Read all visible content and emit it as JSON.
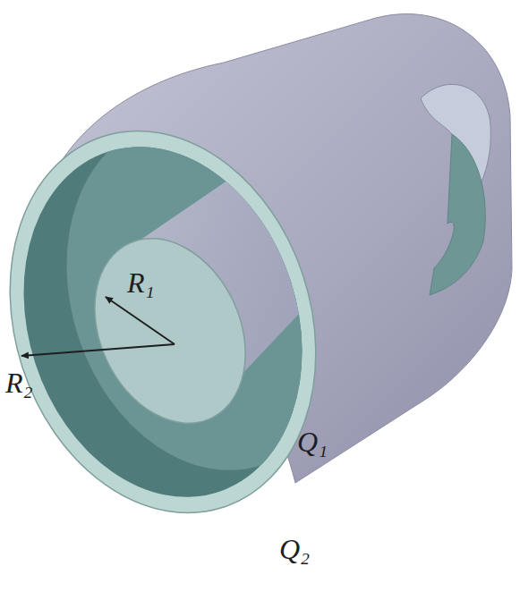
{
  "diagram": {
    "labels": [
      "R₁",
      "R₂",
      "Q₁",
      "Q₂"
    ]
  }
}
